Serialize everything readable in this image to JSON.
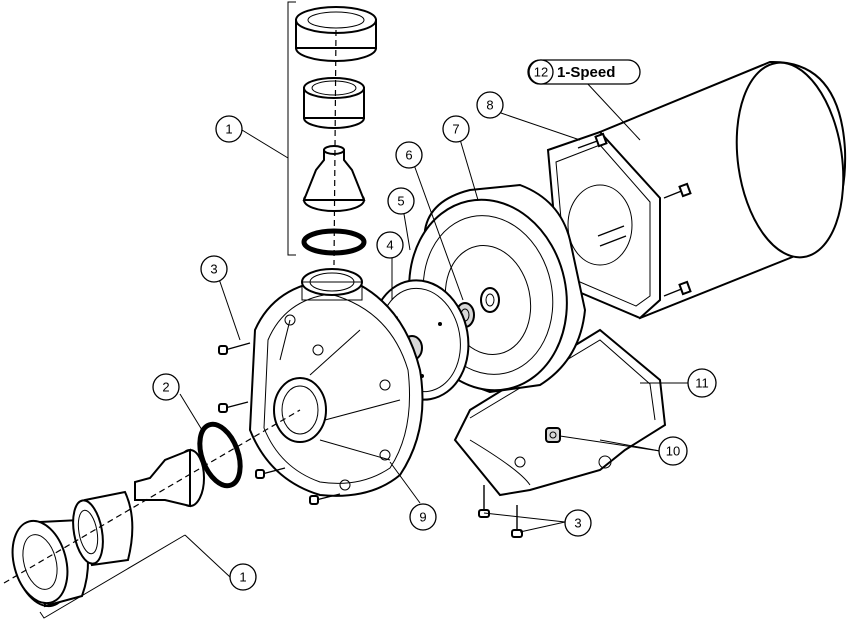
{
  "diagram": {
    "callouts": {
      "c1_top": "1",
      "c1_bottom": "1",
      "c2": "2",
      "c3_left": "3",
      "c3_bottom": "3",
      "c4": "4",
      "c5": "5",
      "c6": "6",
      "c7": "7",
      "c8": "8",
      "c9": "9",
      "c10": "10",
      "c11": "11",
      "c12": "12"
    },
    "motor_label": "1-Speed"
  }
}
